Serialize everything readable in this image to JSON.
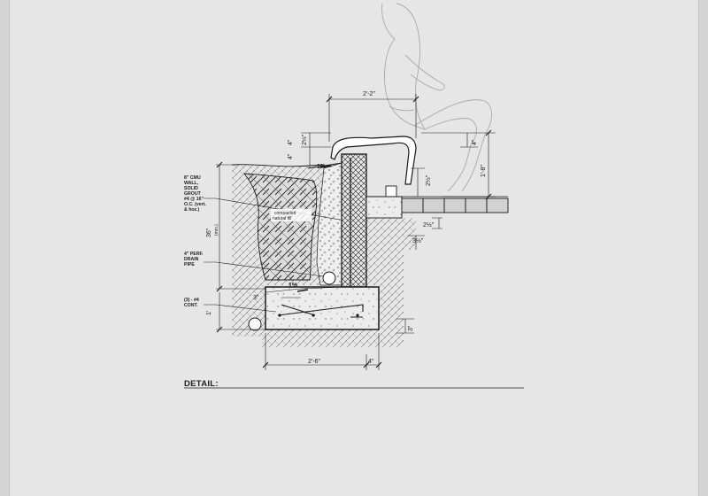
{
  "detail": {
    "title": "DETAIL:"
  },
  "notes": {
    "cmu": [
      "8\" CMU",
      "WALL,",
      "SOLID",
      "GROUT",
      "#4 @ 16\"",
      "O.C. (vert.",
      "& hoz.)"
    ],
    "drain": [
      "4\" PERF.",
      "DRAIN",
      "PIPE"
    ],
    "rebar": [
      "(3) - #4",
      "CONT."
    ],
    "fill": [
      "compacted",
      "natural fill"
    ]
  },
  "dimensions": {
    "seat_width": "2'-2\"",
    "footing_width": "2'-6\"",
    "footing_toe": "4\"",
    "total_height": "1'-8\"",
    "wall_height": "36\"",
    "wall_height_note": "(min.)",
    "footing_depth": "1'",
    "cap_top": "4\"",
    "cap_rise": "2½\"",
    "cap_left": "4\"",
    "cap_right": "4\"",
    "bench_gap": "2½\"",
    "paver_depth": "2½\"",
    "base_depth": "3½\"",
    "bar_cover": "3\"",
    "footing_cover": "3\"",
    "slope_top": "1%",
    "slope_footing": "1%"
  },
  "colors": {
    "background": "#e6e6e6",
    "line": "#1a1a1a",
    "figure": "#a9a9a9"
  }
}
